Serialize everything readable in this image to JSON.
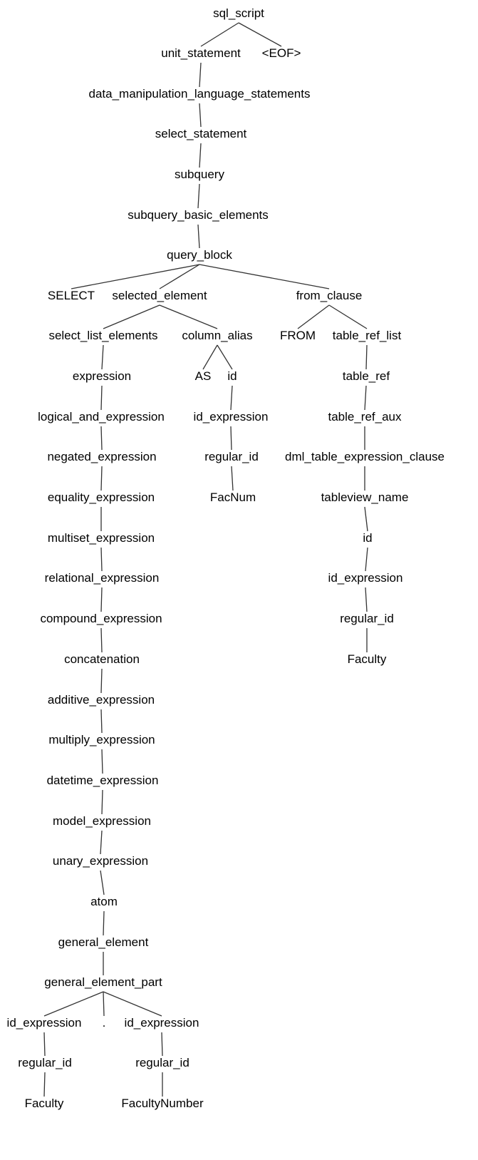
{
  "title": "",
  "tree": [
    {
      "id": "n0",
      "label": "sql_script"
    },
    {
      "id": "n1",
      "label": "unit_statement",
      "parent": "n0"
    },
    {
      "id": "n2",
      "label": "<EOF>",
      "parent": "n0"
    },
    {
      "id": "n3",
      "label": "data_manipulation_language_statements",
      "parent": "n1"
    },
    {
      "id": "n4",
      "label": "select_statement",
      "parent": "n3"
    },
    {
      "id": "n5",
      "label": "subquery",
      "parent": "n4"
    },
    {
      "id": "n6",
      "label": "subquery_basic_elements",
      "parent": "n5"
    },
    {
      "id": "n7",
      "label": "query_block",
      "parent": "n6"
    },
    {
      "id": "n8",
      "label": "SELECT",
      "parent": "n7"
    },
    {
      "id": "n9",
      "label": "selected_element",
      "parent": "n7"
    },
    {
      "id": "n10",
      "label": "from_clause",
      "parent": "n7"
    },
    {
      "id": "n11",
      "label": "select_list_elements",
      "parent": "n9"
    },
    {
      "id": "n12",
      "label": "column_alias",
      "parent": "n9"
    },
    {
      "id": "n13",
      "label": "FROM",
      "parent": "n10"
    },
    {
      "id": "n14",
      "label": "table_ref_list",
      "parent": "n10"
    },
    {
      "id": "n15",
      "label": "expression",
      "parent": "n11"
    },
    {
      "id": "n16",
      "label": "AS",
      "parent": "n12"
    },
    {
      "id": "n17",
      "label": "id",
      "parent": "n12"
    },
    {
      "id": "n18",
      "label": "table_ref",
      "parent": "n14"
    },
    {
      "id": "n19",
      "label": "logical_and_expression",
      "parent": "n15"
    },
    {
      "id": "n20",
      "label": "id_expression",
      "parent": "n17"
    },
    {
      "id": "n21",
      "label": "table_ref_aux",
      "parent": "n18"
    },
    {
      "id": "n22",
      "label": "negated_expression",
      "parent": "n19"
    },
    {
      "id": "n23",
      "label": "regular_id",
      "parent": "n20"
    },
    {
      "id": "n24",
      "label": "dml_table_expression_clause",
      "parent": "n21"
    },
    {
      "id": "n25",
      "label": "equality_expression",
      "parent": "n22"
    },
    {
      "id": "n26",
      "label": "FacNum",
      "parent": "n23"
    },
    {
      "id": "n27",
      "label": "tableview_name",
      "parent": "n24"
    },
    {
      "id": "n28",
      "label": "multiset_expression",
      "parent": "n25"
    },
    {
      "id": "n29",
      "label": "id",
      "parent": "n27"
    },
    {
      "id": "n30",
      "label": "relational_expression",
      "parent": "n28"
    },
    {
      "id": "n31",
      "label": "id_expression",
      "parent": "n29"
    },
    {
      "id": "n32",
      "label": "compound_expression",
      "parent": "n30"
    },
    {
      "id": "n33",
      "label": "regular_id",
      "parent": "n31"
    },
    {
      "id": "n34",
      "label": "concatenation",
      "parent": "n32"
    },
    {
      "id": "n35",
      "label": "Faculty",
      "parent": "n33"
    },
    {
      "id": "n36",
      "label": "additive_expression",
      "parent": "n34"
    },
    {
      "id": "n37",
      "label": "multiply_expression",
      "parent": "n36"
    },
    {
      "id": "n38",
      "label": "datetime_expression",
      "parent": "n37"
    },
    {
      "id": "n39",
      "label": "model_expression",
      "parent": "n38"
    },
    {
      "id": "n40",
      "label": "unary_expression",
      "parent": "n39"
    },
    {
      "id": "n41",
      "label": "atom",
      "parent": "n40"
    },
    {
      "id": "n42",
      "label": "general_element",
      "parent": "n41"
    },
    {
      "id": "n43",
      "label": "general_element_part",
      "parent": "n42"
    },
    {
      "id": "n44",
      "label": "id_expression",
      "parent": "n43"
    },
    {
      "id": "n45",
      "label": ".",
      "parent": "n43"
    },
    {
      "id": "n46",
      "label": "id_expression",
      "parent": "n43"
    },
    {
      "id": "n47",
      "label": "regular_id",
      "parent": "n44"
    },
    {
      "id": "n48",
      "label": "regular_id",
      "parent": "n46"
    },
    {
      "id": "n49",
      "label": "Faculty",
      "parent": "n47"
    },
    {
      "id": "n50",
      "label": "FacultyNumber",
      "parent": "n48"
    }
  ]
}
